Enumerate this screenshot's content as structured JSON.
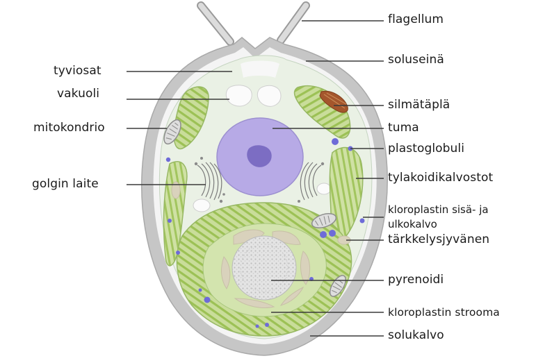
{
  "labels": {
    "flagellum": "flagellum",
    "soluseina": "soluseinä",
    "tyviosat": "tyviosat",
    "vakuoli": "vakuoli",
    "silmatapla": "silmätäplä",
    "mitokondrio": "mitokondrio",
    "tuma": "tuma",
    "plastoglobuli": "plastoglobuli",
    "golgin_laite": "golgin laite",
    "tylakoidikalvostot": "tylakoidikalvostot",
    "kloroplastin_kalvo_line1": "kloroplastin sisä- ja",
    "kloroplastin_kalvo_line2": "ulkokalvo",
    "tarkkelysjyvanen": "tärkkelysjyvänen",
    "pyrenoidi": "pyrenoidi",
    "kloroplastin_strooma": "kloroplastin strooma",
    "solukalvo": "solukalvo"
  },
  "colors": {
    "cell_wall": "#b9b9b9",
    "cytoplasm": "#eef3ea",
    "chloroplast": "#c9dd9a",
    "thylakoid": "#8fb548",
    "nucleus": "#b3a6e3",
    "nucleolus": "#7b6cc0",
    "starch": "#d8d2be",
    "eyespot": "#a4562c",
    "plastoglobule": "#6c69d6",
    "leader_line": "#333333"
  }
}
